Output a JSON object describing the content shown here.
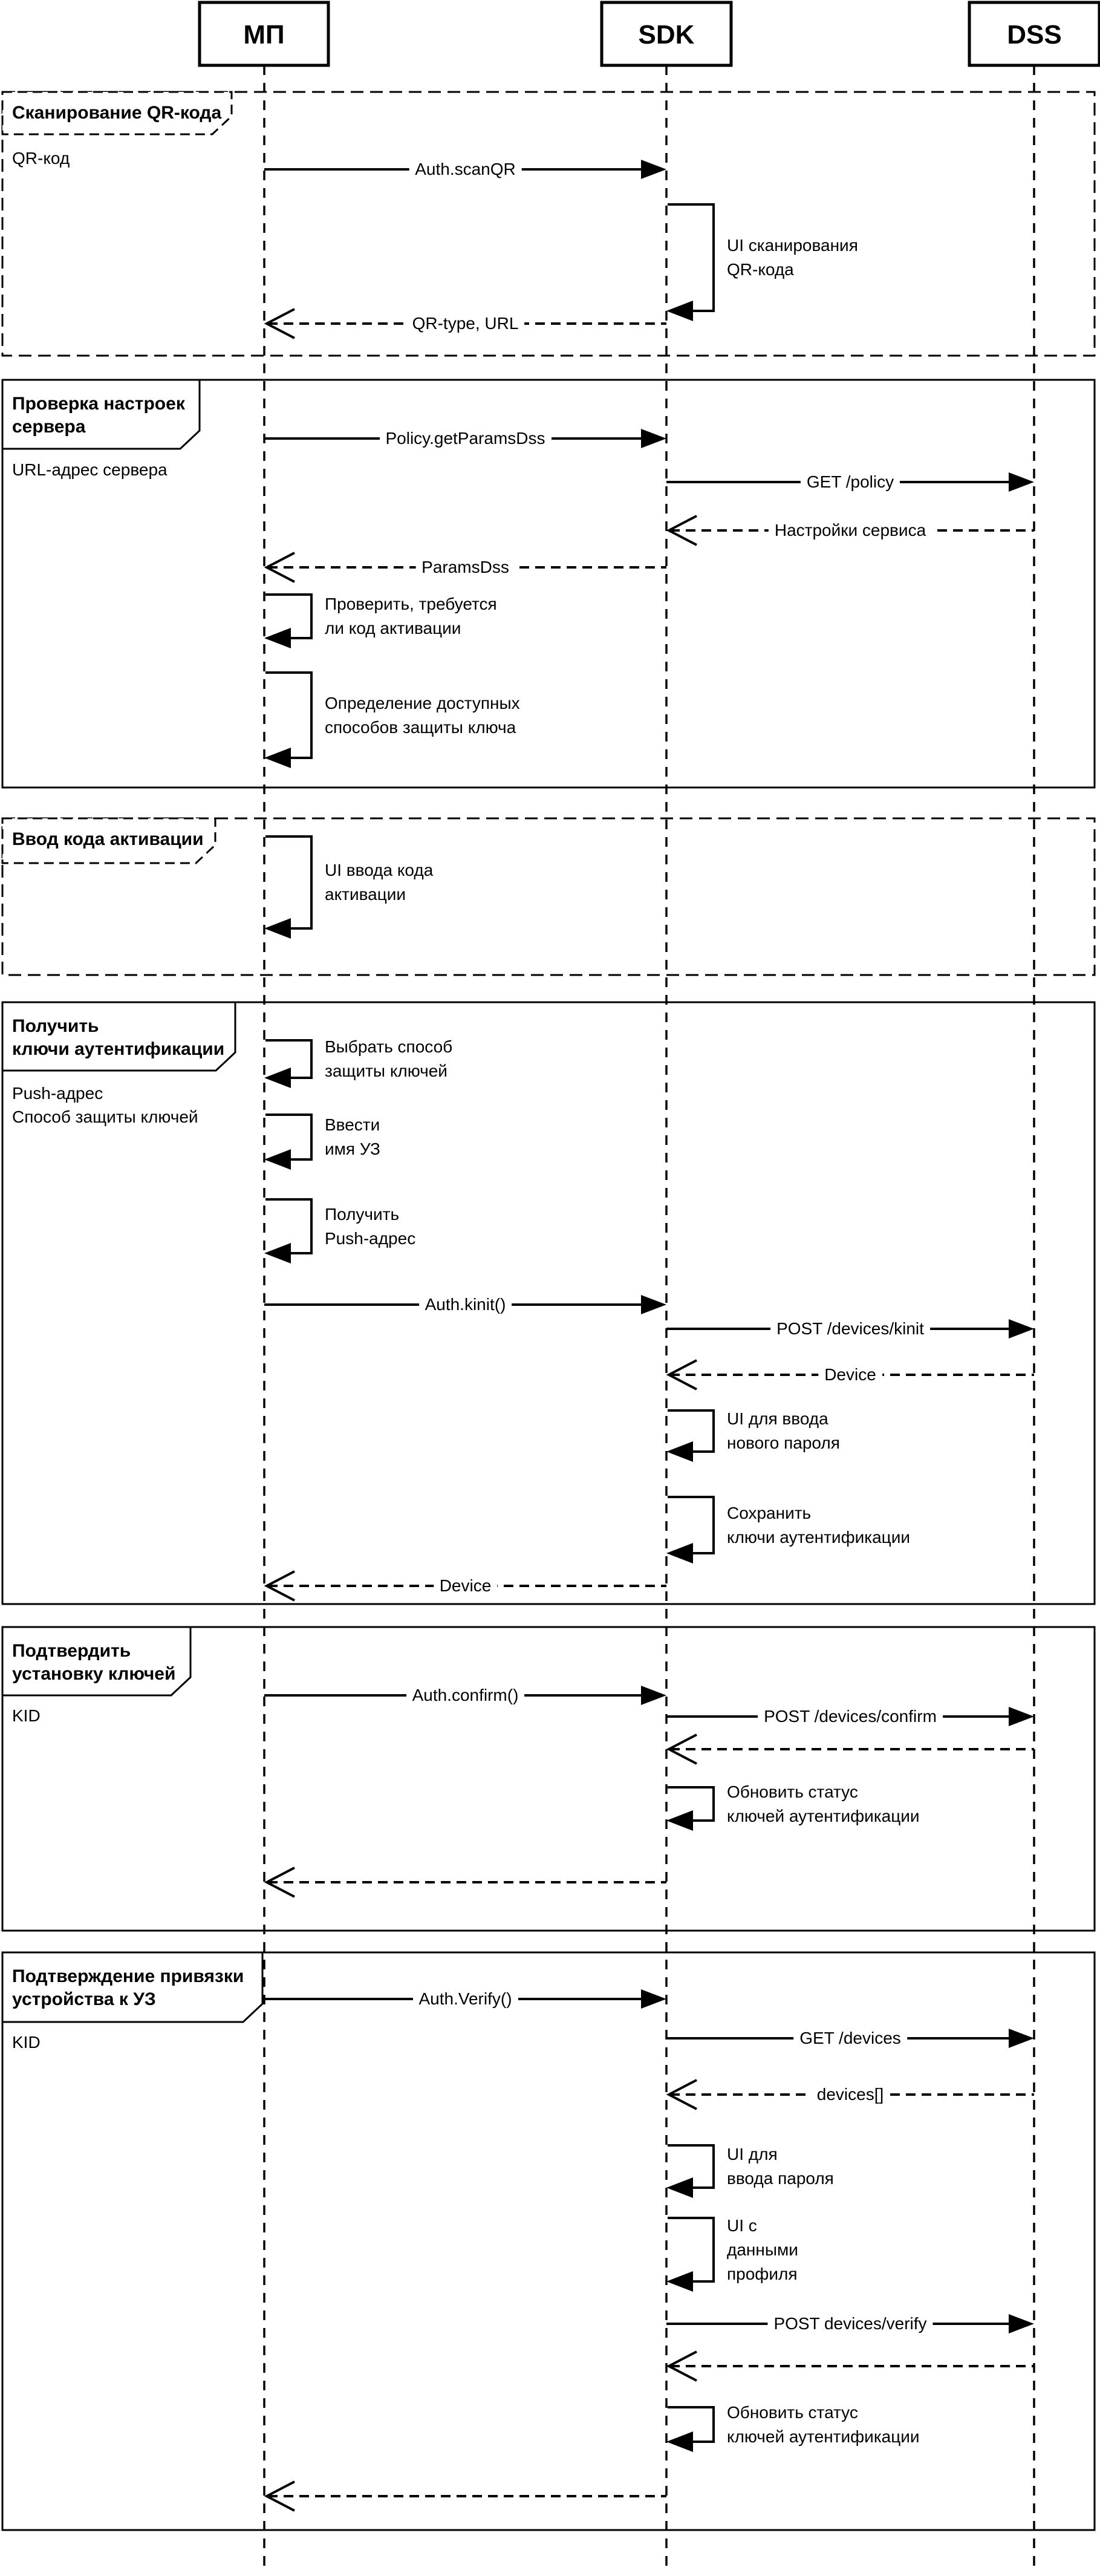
{
  "diagram_type": "uml-sequence-diagram",
  "colors": {
    "background": "#ffffff",
    "line": "#000000",
    "text": "#000000"
  },
  "actors": [
    {
      "label": "МП"
    },
    {
      "label": "SDK"
    },
    {
      "label": "DSS"
    }
  ],
  "frames": [
    {
      "title_lines": [
        "Сканирование QR-кода"
      ],
      "params": [
        "QR-код"
      ],
      "border": "dashed"
    },
    {
      "title_lines": [
        "Проверка настроек",
        "сервера"
      ],
      "params": [
        "URL-адрес сервера"
      ],
      "border": "solid"
    },
    {
      "title_lines": [
        "Ввод кода активации"
      ],
      "params": [],
      "border": "dashed"
    },
    {
      "title_lines": [
        "Получить",
        "ключи аутентификации"
      ],
      "params": [
        "Push-адрес",
        "Способ защиты ключей"
      ],
      "border": "solid"
    },
    {
      "title_lines": [
        "Подтвердить",
        "установку ключей"
      ],
      "params": [
        "KID"
      ],
      "border": "solid"
    },
    {
      "title_lines": [
        "Подтверждение привязки",
        "устройства к УЗ"
      ],
      "params": [
        "KID"
      ],
      "border": "solid"
    }
  ],
  "messages": [
    {
      "type": "call",
      "from": "МП",
      "to": "SDK",
      "label": "Auth.scanQR"
    },
    {
      "type": "self",
      "on": "SDK",
      "lines": [
        "UI сканирования",
        "QR-кода"
      ]
    },
    {
      "type": "return",
      "from": "SDK",
      "to": "МП",
      "label": "QR-type, URL"
    },
    {
      "type": "call",
      "from": "МП",
      "to": "SDK",
      "label": "Policy.getParamsDss"
    },
    {
      "type": "call",
      "from": "SDK",
      "to": "DSS",
      "label": "GET /policy"
    },
    {
      "type": "return",
      "from": "DSS",
      "to": "SDK",
      "label": "Настройки сервиса"
    },
    {
      "type": "return",
      "from": "SDK",
      "to": "МП",
      "label": "ParamsDss"
    },
    {
      "type": "self",
      "on": "МП",
      "lines": [
        "Проверить, требуется",
        "ли код активации"
      ]
    },
    {
      "type": "self",
      "on": "МП",
      "lines": [
        "Определение доступных",
        "способов защиты ключа"
      ]
    },
    {
      "type": "self",
      "on": "МП",
      "lines": [
        "UI ввода кода",
        "активации"
      ]
    },
    {
      "type": "self",
      "on": "МП",
      "lines": [
        "Выбрать способ",
        "защиты ключей"
      ]
    },
    {
      "type": "self",
      "on": "МП",
      "lines": [
        "Ввести",
        "имя УЗ"
      ]
    },
    {
      "type": "self",
      "on": "МП",
      "lines": [
        "Получить",
        "Push-адрес"
      ]
    },
    {
      "type": "call",
      "from": "МП",
      "to": "SDK",
      "label": "Auth.kinit()"
    },
    {
      "type": "call",
      "from": "SDK",
      "to": "DSS",
      "label": "POST /devices/kinit"
    },
    {
      "type": "return",
      "from": "DSS",
      "to": "SDK",
      "label": "Device"
    },
    {
      "type": "self",
      "on": "SDK",
      "lines": [
        "UI для ввода",
        "нового пароля"
      ]
    },
    {
      "type": "self",
      "on": "SDK",
      "lines": [
        "Сохранить",
        "ключи аутентификации"
      ]
    },
    {
      "type": "return",
      "from": "SDK",
      "to": "МП",
      "label": "Device"
    },
    {
      "type": "call",
      "from": "МП",
      "to": "SDK",
      "label": "Auth.confirm()"
    },
    {
      "type": "call",
      "from": "SDK",
      "to": "DSS",
      "label": "POST /devices/confirm"
    },
    {
      "type": "return",
      "from": "DSS",
      "to": "SDK",
      "label": ""
    },
    {
      "type": "self",
      "on": "SDK",
      "lines": [
        "Обновить статус",
        "ключей аутентификации"
      ]
    },
    {
      "type": "return",
      "from": "SDK",
      "to": "МП",
      "label": ""
    },
    {
      "type": "call",
      "from": "МП",
      "to": "SDK",
      "label": "Auth.Verify()"
    },
    {
      "type": "call",
      "from": "SDK",
      "to": "DSS",
      "label": "GET /devices"
    },
    {
      "type": "return",
      "from": "DSS",
      "to": "SDK",
      "label": "devices[]"
    },
    {
      "type": "self",
      "on": "SDK",
      "lines": [
        "UI для",
        "ввода пароля"
      ]
    },
    {
      "type": "self",
      "on": "SDK",
      "lines": [
        "UI с",
        "данными",
        "профиля"
      ]
    },
    {
      "type": "call",
      "from": "SDK",
      "to": "DSS",
      "label": "POST devices/verify"
    },
    {
      "type": "return",
      "from": "DSS",
      "to": "SDK",
      "label": ""
    },
    {
      "type": "self",
      "on": "SDK",
      "lines": [
        "Обновить статус",
        "ключей аутентификации"
      ]
    },
    {
      "type": "return",
      "from": "SDK",
      "to": "МП",
      "label": ""
    }
  ]
}
